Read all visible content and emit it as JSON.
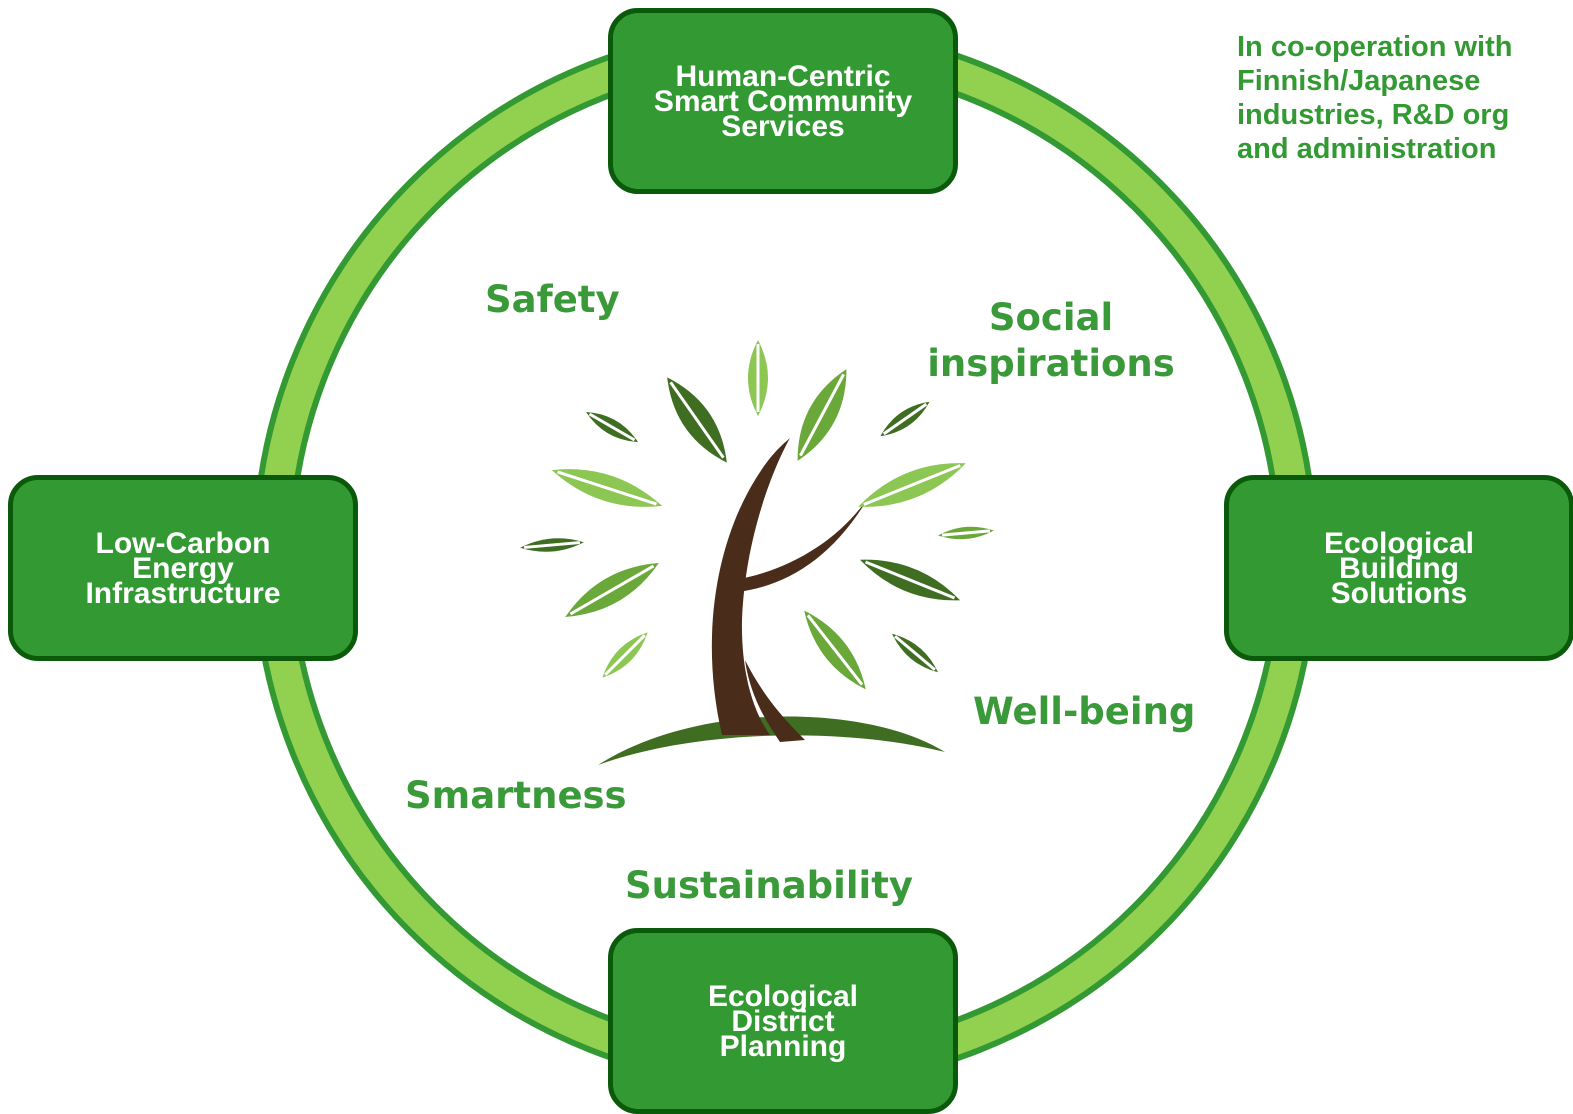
{
  "nodes": {
    "top": [
      "Human-Centric",
      "Smart Community",
      "Services"
    ],
    "left": [
      "Low-Carbon",
      "Energy",
      "Infrastructure"
    ],
    "right": [
      "Ecological",
      "Building",
      "Solutions"
    ],
    "bottom": [
      "Ecological",
      "District",
      "Planning"
    ]
  },
  "themes": {
    "safety": "Safety",
    "social": [
      "Social",
      "inspirations"
    ],
    "wellbeing": "Well-being",
    "smartness": "Smartness",
    "sustainability": "Sustainability"
  },
  "note": [
    "In co-operation with",
    "Finnish/Japanese",
    "industries, R&D org",
    "and administration"
  ],
  "colors": {
    "ring_outer": "#339933",
    "ring_inner": "#92d050",
    "node_fill": "#339933",
    "node_border": "#0b5a0b",
    "theme_text": "#3a9a3a",
    "trunk": "#4a2c1a",
    "leaf_light": "#8cc653",
    "leaf_mid": "#6aa83a",
    "leaf_dark": "#3f6e22"
  },
  "icons": {
    "center": "tree-icon"
  }
}
